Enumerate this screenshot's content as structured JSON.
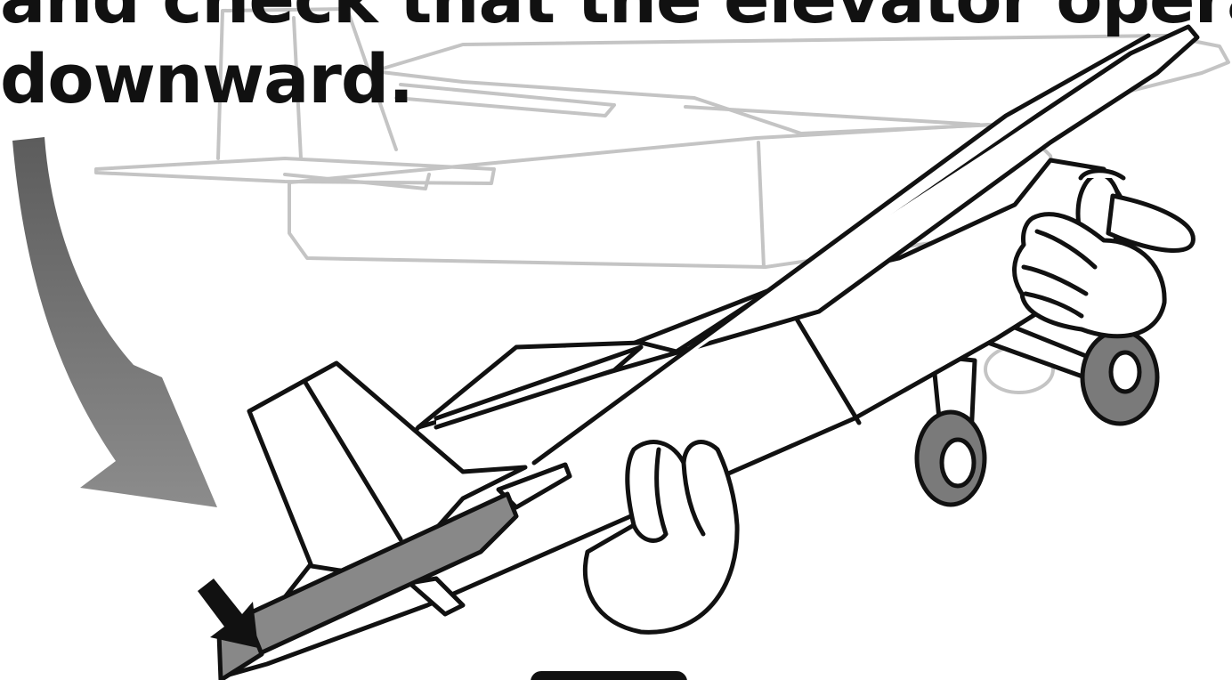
{
  "instruction": {
    "line1": "and check that the elevator operates",
    "line2": "downward."
  },
  "illustration": {
    "subject": "airplane-elevator-down-check",
    "colors": {
      "ghost_outline": "#c4c4c4",
      "ink": "#111111",
      "arrow_dark": "#5a5a5a",
      "arrow_light": "#8a8a8a",
      "elevator_fill": "#888888",
      "wheel_fill": "#7a7a7a"
    }
  },
  "icons": [
    "curved-arrow-icon",
    "down-arrow-icon"
  ]
}
